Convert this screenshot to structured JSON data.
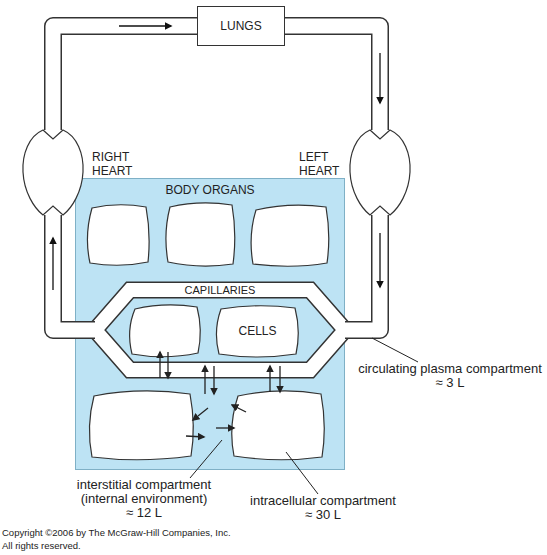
{
  "diagram": {
    "nodes": [
      {
        "text": [
          "LUNGS"
        ]
      },
      {
        "text": [
          "RIGHT HEART"
        ]
      },
      {
        "text": [
          "LEFT HEART"
        ]
      },
      {
        "text": [
          "BODY ORGANS"
        ]
      },
      {
        "text": [
          "CAPILLARIES"
        ],
        "in": 3
      },
      {
        "text": [
          "CELLS"
        ],
        "in": 4
      }
    ],
    "edges": [
      {
        "from": 1,
        "to": 0,
        "arrow": "to"
      },
      {
        "from": 0,
        "to": 2,
        "arrow": "to"
      },
      {
        "from": 2,
        "to": 4,
        "arrow": "to"
      },
      {
        "from": 4,
        "to": 1,
        "arrow": "to"
      }
    ],
    "labels": [
      "circulating plasma compartment ≈ 3 L",
      "interstitial compartment (internal environment) ≈ 12 L",
      "intracellular compartment ≈ 30 L",
      "Copyright ©2006 by The McGraw-Hill Companies, Inc.",
      "All rights reserved."
    ]
  }
}
